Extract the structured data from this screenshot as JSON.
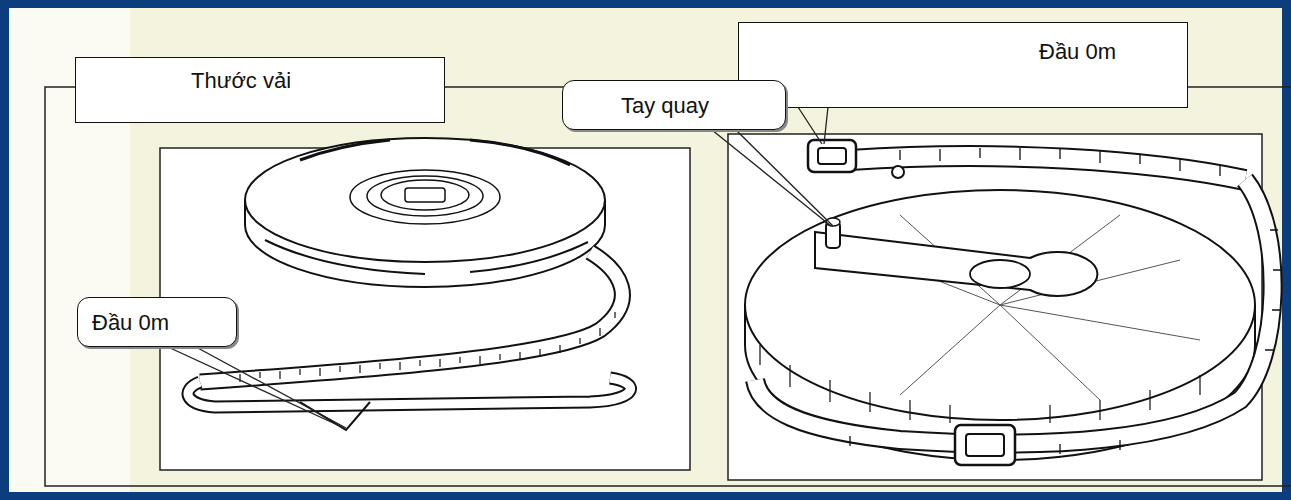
{
  "diagram": {
    "nodes": [
      {
        "text": [
          "Thước vải"
        ]
      },
      {
        "text": [
          "Đầu 0m"
        ]
      },
      {
        "text": [
          "Tay quay"
        ]
      },
      {
        "text": [
          "Đầu 0m"
        ]
      }
    ]
  }
}
